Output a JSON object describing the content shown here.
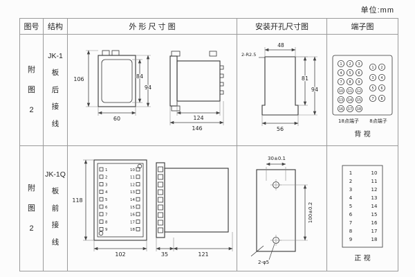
{
  "page": {
    "unit_label": "单位:mm"
  },
  "headers": {
    "fig_no": "图号",
    "structure": "结构",
    "outline": "外 形 尺 寸 图",
    "install": "安装开孔尺寸图",
    "terminal": "端子图"
  },
  "row1": {
    "fig_chars": [
      "附",
      "图",
      "2"
    ],
    "structure_lines": [
      "JK-1",
      "板",
      "后",
      "接",
      "线"
    ],
    "outline_dims": {
      "height_total": "106",
      "height_inner": "84",
      "height_outer": "94",
      "width_front": "60",
      "depth_body": "124",
      "depth_total": "146"
    },
    "install_dims": {
      "corner": "2-R2.5",
      "width_top": "48",
      "height_inner": "81",
      "height_total": "94",
      "width_bottom": "56"
    },
    "terminal": {
      "grid18_label": "18点端子",
      "grid8_label": "8点端子",
      "view_label": "背 视",
      "grid18": [
        "1",
        "2",
        "3",
        "4",
        "5",
        "6",
        "7",
        "8",
        "9",
        "10",
        "11",
        "12",
        "13",
        "14",
        "15",
        "16",
        "17",
        "18"
      ],
      "grid8": [
        "1",
        "2",
        "3",
        "4",
        "5",
        "6",
        "7",
        "8"
      ]
    }
  },
  "row2": {
    "fig_chars": [
      "附",
      "图",
      "2"
    ],
    "structure_lines": [
      "JK-1Q",
      "板",
      "前",
      "接",
      "线"
    ],
    "outline_dims": {
      "height": "118",
      "width": "102",
      "depth_flange": "35",
      "depth_body": "121"
    },
    "outline_terminals": {
      "left": [
        "1",
        "2",
        "3",
        "4",
        "5",
        "6",
        "7",
        "8",
        "9"
      ],
      "right": [
        "10",
        "11",
        "12",
        "13",
        "14",
        "15",
        "16",
        "17",
        "18"
      ]
    },
    "install_dims": {
      "width": "30±0.1",
      "height": "100±0.2",
      "holes": "2-φ5"
    },
    "terminal": {
      "view_label": "正 视",
      "left": [
        "1",
        "2",
        "3",
        "4",
        "5",
        "6",
        "7",
        "8",
        "9"
      ],
      "right": [
        "10",
        "11",
        "12",
        "13",
        "14",
        "15",
        "16",
        "17",
        "18"
      ]
    }
  }
}
